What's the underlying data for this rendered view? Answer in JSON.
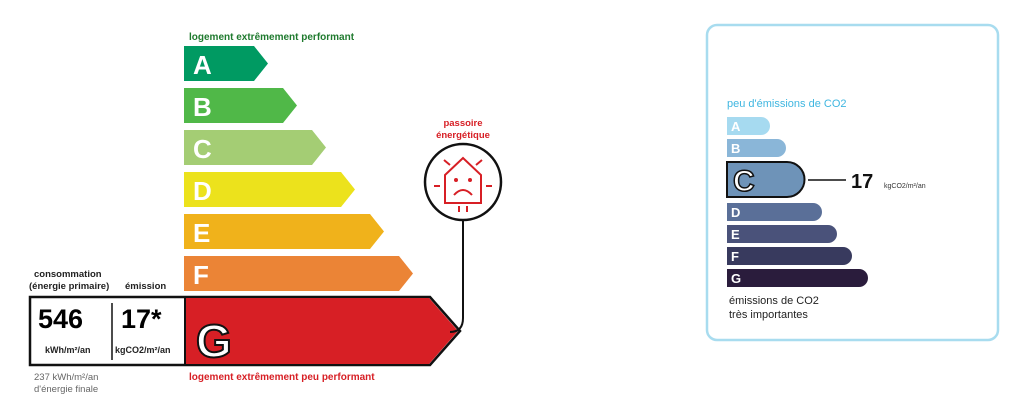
{
  "energy_label": {
    "top_caption": "logement extrêmement performant",
    "bottom_caption": "logement extrêmement peu performant",
    "classes": [
      {
        "letter": "A",
        "color": "#009a62"
      },
      {
        "letter": "B",
        "color": "#50b848"
      },
      {
        "letter": "C",
        "color": "#a4cd74"
      },
      {
        "letter": "D",
        "color": "#ece21c"
      },
      {
        "letter": "E",
        "color": "#f0b21b"
      },
      {
        "letter": "F",
        "color": "#eb8436"
      },
      {
        "letter": "G",
        "color": "#d71f25"
      }
    ],
    "current_class": "G",
    "consumption_header_1": "consommation",
    "consumption_header_2": "(énergie primaire)",
    "emission_header": "émission",
    "consumption_value": "546",
    "consumption_unit": "kWh/m²/an",
    "emission_value": "17*",
    "emission_unit": "kgCO2/m²/an",
    "final_energy_1": "237 kWh/m²/an",
    "final_energy_2": "d'énergie finale",
    "passoire_1": "passoire",
    "passoire_2": "énergétique",
    "passoire_icon": "sad-house-icon"
  },
  "ges_label": {
    "top_caption": "peu d'émissions de CO2",
    "bottom_caption_1": "émissions de CO2",
    "bottom_caption_2": "très importantes",
    "classes": [
      {
        "letter": "A",
        "color": "#a6daf0"
      },
      {
        "letter": "B",
        "color": "#8ab6d8"
      },
      {
        "letter": "C",
        "color": "#6e93b8"
      },
      {
        "letter": "D",
        "color": "#5a6f98"
      },
      {
        "letter": "E",
        "color": "#4a527a"
      },
      {
        "letter": "F",
        "color": "#383a5e"
      },
      {
        "letter": "G",
        "color": "#2a1c3c"
      }
    ],
    "current_class": "C",
    "value": "17",
    "unit": "kgCO2/m²/an"
  }
}
